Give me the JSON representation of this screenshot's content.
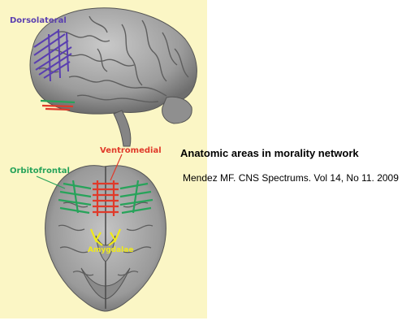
{
  "labels": {
    "dorsolateral": "Dorsolateral",
    "ventromedial": "Ventromedial",
    "orbitofrontal": "Orbitofrontal",
    "amygdalae": "Amygdalae"
  },
  "caption": {
    "title": "Anatomic areas in morality network",
    "source": "Mendez MF. CNS Spectrums. Vol 14, No 11. 2009"
  },
  "colors": {
    "background": "#fbf6c5",
    "brain": "#a7a7a7",
    "dorsolateral": "#5a3fb0",
    "ventromedial": "#e03a2a",
    "orbitofrontal": "#27a35a",
    "amygdalae": "#f0ea1a"
  }
}
